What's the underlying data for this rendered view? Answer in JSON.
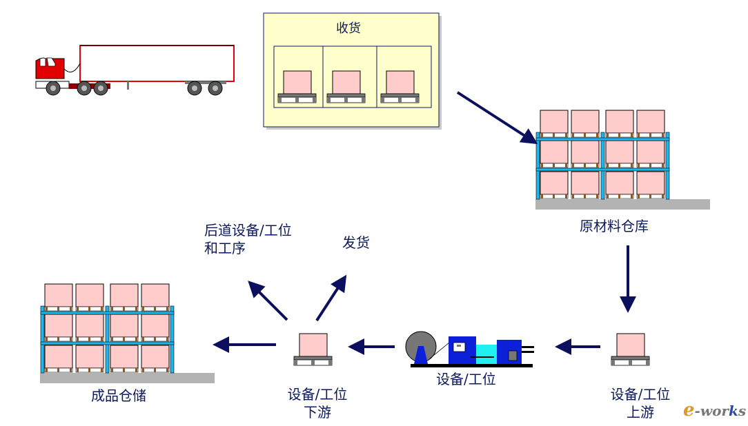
{
  "diagram": {
    "title": "Manufacturing material flow",
    "colors": {
      "arrow": "#0b0f5e",
      "text": "#0b1a5e",
      "box_fill": "#ffcccc",
      "rack": "#1eb4ec",
      "pallet": "#777777",
      "pallet_leg": "#8b5a2b",
      "floor": "#b3b3b3",
      "receiving_bg": "#ffffcc",
      "machine_blue": "#0b20d8",
      "machine_cyan": "#22f0f0",
      "truck_red": "#e30000"
    },
    "nodes": {
      "truck": {
        "label": ""
      },
      "receiving": {
        "label": "收货",
        "bays": 3
      },
      "raw_warehouse": {
        "label": "原材料仓库"
      },
      "upstream": {
        "line1": "设备/工位",
        "line2": "上游"
      },
      "equipment": {
        "label": "设备/工位"
      },
      "downstream": {
        "line1": "设备/工位",
        "line2": "下游"
      },
      "finished_warehouse": {
        "label": "成品仓储"
      },
      "next_process": {
        "line1": "后道设备/工位",
        "line2": "和工序"
      },
      "shipping": {
        "label": "发货"
      }
    },
    "edges": [
      {
        "from": "receiving",
        "to": "raw_warehouse"
      },
      {
        "from": "raw_warehouse",
        "to": "upstream"
      },
      {
        "from": "upstream",
        "to": "equipment"
      },
      {
        "from": "equipment",
        "to": "downstream"
      },
      {
        "from": "downstream",
        "to": "finished_warehouse"
      },
      {
        "from": "downstream",
        "to": "next_process"
      },
      {
        "from": "downstream",
        "to": "shipping"
      }
    ],
    "watermark": {
      "prefix": "e",
      "middle": "-wor",
      "k": "k",
      "suffix": "s"
    }
  }
}
